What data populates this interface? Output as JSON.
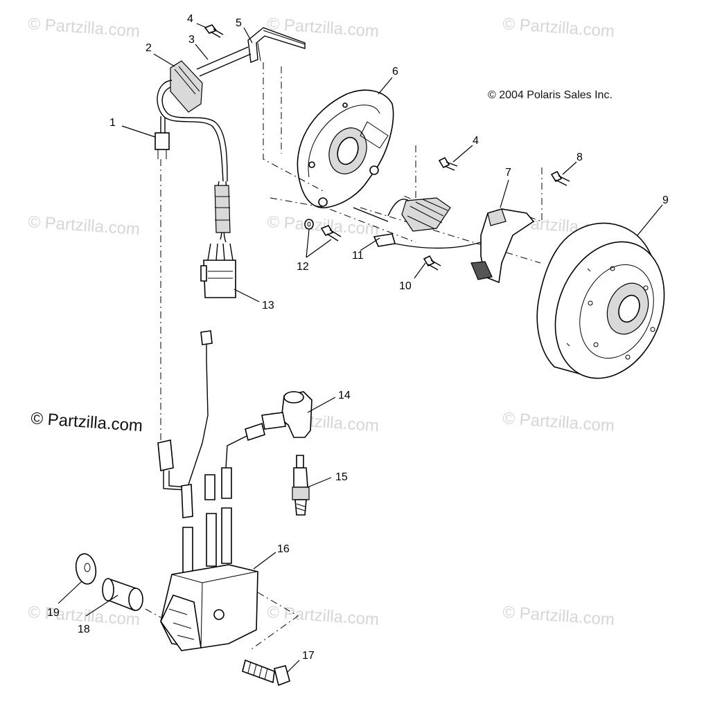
{
  "copyright": "© 2004 Polaris Sales Inc.",
  "watermark": "© Partzilla.com",
  "watermark_main": "© Partzilla.com",
  "callouts": {
    "c1": "1",
    "c2": "2",
    "c3": "3",
    "c4a": "4",
    "c4b": "4",
    "c5": "5",
    "c6": "6",
    "c7": "7",
    "c8": "8",
    "c9": "9",
    "c10": "10",
    "c11": "11",
    "c12": "12",
    "c13": "13",
    "c14": "14",
    "c15": "15",
    "c16": "16",
    "c17": "17",
    "c18": "18",
    "c19": "19"
  }
}
